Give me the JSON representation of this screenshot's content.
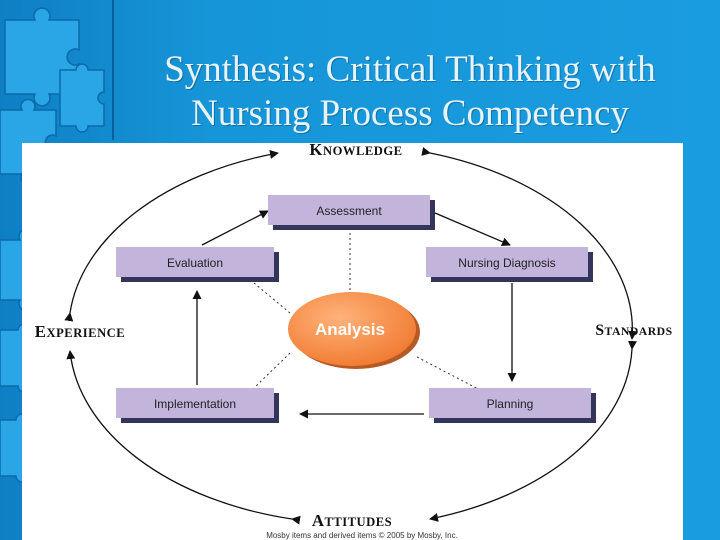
{
  "slide": {
    "title_line1": "Synthesis: Critical Thinking with",
    "title_line2": "Nursing Process Competency"
  },
  "diagram": {
    "outer_labels": {
      "knowledge": "Knowledge",
      "standards": "Standards",
      "attitudes": "Attitudes",
      "experience": "Experience"
    },
    "center": "Analysis",
    "boxes": {
      "assessment": "Assessment",
      "nursing_diagnosis": "Nursing Diagnosis",
      "evaluation": "Evaluation",
      "implementation": "Implementation",
      "planning": "Planning"
    },
    "copyright": "Mosby items and derived items © 2005 by Mosby, Inc."
  },
  "colors": {
    "background": "#1591d3",
    "box_fill": "#c3b4dc",
    "box_shadow": "#33355a",
    "center_fill": "#f58a45",
    "title_text": "#e7f3fb"
  }
}
